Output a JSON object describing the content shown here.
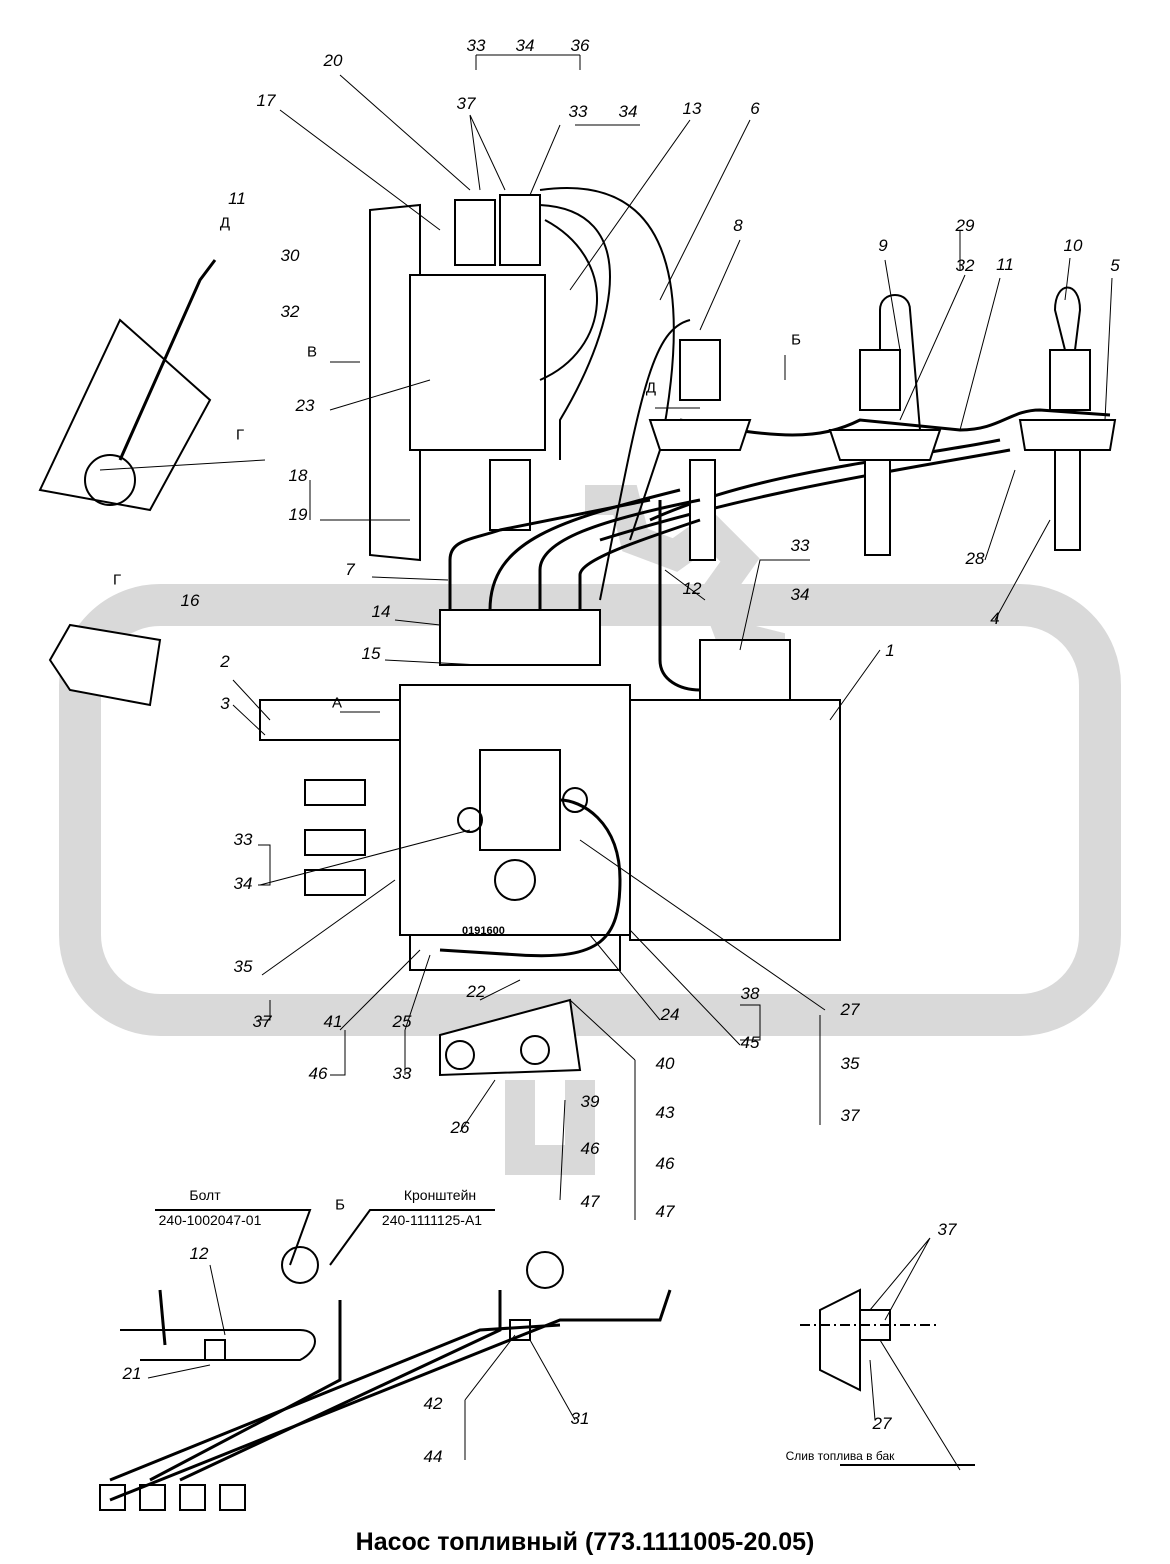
{
  "title": "Насос топливный (773.1111005-20.05)",
  "stamp": "0191600",
  "watermark_color": "#d9d9d9",
  "callout_bolt": {
    "name": "Болт",
    "part": "240-1002047-01"
  },
  "callout_bracket": {
    "name": "Кронштейн",
    "part": "240-1111125-А1"
  },
  "view_b_label": "Б",
  "drain_label": "Слив топлива в бак",
  "labels": [
    "33",
    "34",
    "36",
    "20",
    "37",
    "17",
    "33",
    "34",
    "13",
    "6",
    "11",
    "Д",
    "30",
    "32",
    "8",
    "9",
    "29",
    "32",
    "11",
    "10",
    "5",
    "Б",
    "В",
    "23",
    "Д",
    "Г",
    "18",
    "19",
    "Г",
    "16",
    "7",
    "33",
    "34",
    "12",
    "28",
    "4",
    "14",
    "15",
    "2",
    "3",
    "1",
    "А",
    "33",
    "34",
    "35",
    "37",
    "41",
    "46",
    "25",
    "33",
    "22",
    "24",
    "38",
    "45",
    "27",
    "35",
    "37",
    "40",
    "43",
    "46",
    "47",
    "39",
    "46",
    "47",
    "26",
    "12",
    "21",
    "42",
    "44",
    "31",
    "37",
    "27"
  ]
}
